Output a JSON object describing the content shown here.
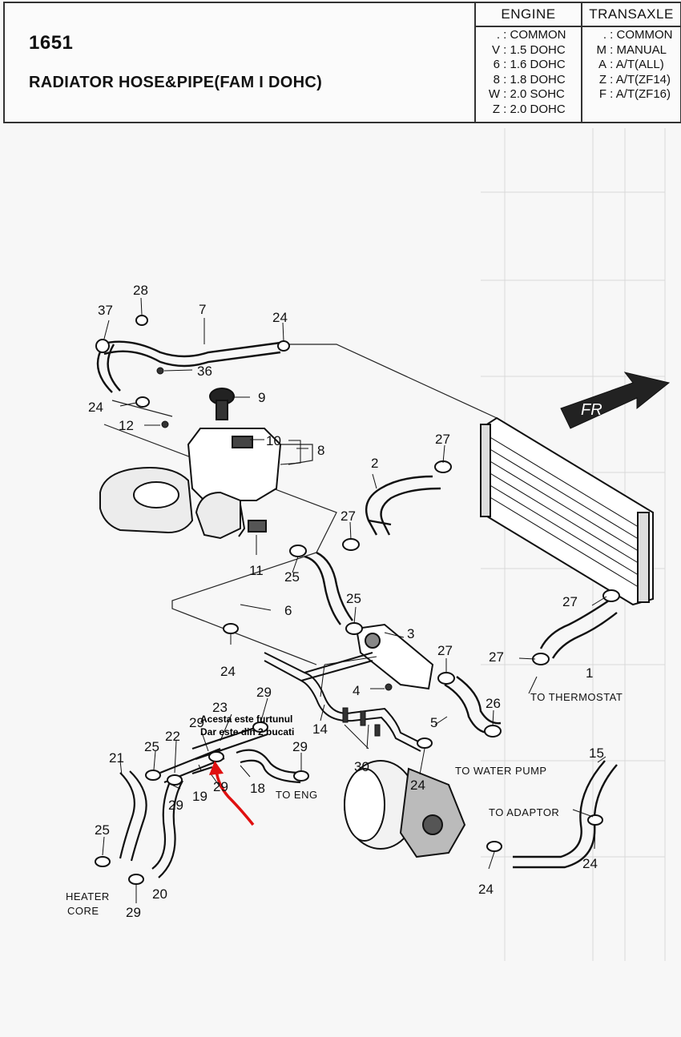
{
  "header": {
    "part_code": "1651",
    "title": "RADIATOR HOSE&PIPE(FAM I DOHC)",
    "engine": {
      "heading": "ENGINE",
      "items": [
        {
          "key": ".",
          "label": "COMMON"
        },
        {
          "key": "V",
          "label": "1.5 DOHC"
        },
        {
          "key": "6",
          "label": "1.6 DOHC"
        },
        {
          "key": "8",
          "label": "1.8 DOHC"
        },
        {
          "key": "W",
          "label": "2.0 SOHC"
        },
        {
          "key": "Z",
          "label": "2.0 DOHC"
        }
      ]
    },
    "transaxle": {
      "heading": "TRANSAXLE",
      "items": [
        {
          "key": ".",
          "label": "COMMON"
        },
        {
          "key": "M",
          "label": "MANUAL"
        },
        {
          "key": "A",
          "label": "A/T(ALL)"
        },
        {
          "key": "Z",
          "label": "A/T(ZF14)"
        },
        {
          "key": "F",
          "label": "A/T(ZF16)"
        }
      ]
    }
  },
  "callouts": [
    {
      "id": "1",
      "text": "1"
    },
    {
      "id": "2",
      "text": "2"
    },
    {
      "id": "3",
      "text": "3"
    },
    {
      "id": "4",
      "text": "4"
    },
    {
      "id": "5",
      "text": "5"
    },
    {
      "id": "6",
      "text": "6"
    },
    {
      "id": "7",
      "text": "7"
    },
    {
      "id": "8",
      "text": "8"
    },
    {
      "id": "9",
      "text": "9"
    },
    {
      "id": "10",
      "text": "10"
    },
    {
      "id": "11",
      "text": "11"
    },
    {
      "id": "12",
      "text": "12"
    },
    {
      "id": "14",
      "text": "14"
    },
    {
      "id": "15",
      "text": "15"
    },
    {
      "id": "18",
      "text": "18"
    },
    {
      "id": "19",
      "text": "19"
    },
    {
      "id": "20",
      "text": "20"
    },
    {
      "id": "21",
      "text": "21"
    },
    {
      "id": "22",
      "text": "22"
    },
    {
      "id": "23",
      "text": "23"
    },
    {
      "id": "24",
      "text": "24"
    },
    {
      "id": "25",
      "text": "25"
    },
    {
      "id": "26",
      "text": "26"
    },
    {
      "id": "27",
      "text": "27"
    },
    {
      "id": "28",
      "text": "28"
    },
    {
      "id": "29",
      "text": "29"
    },
    {
      "id": "30",
      "text": "30"
    },
    {
      "id": "36",
      "text": "36"
    },
    {
      "id": "37",
      "text": "37"
    }
  ],
  "destinations": {
    "to_thermostat": "TO THERMOSTAT",
    "to_water_pump": "TO WATER PUMP",
    "to_adaptor": "TO ADAPTOR",
    "to_eng": "TO ENG",
    "heater": "HEATER",
    "core": "CORE",
    "fr": "FR"
  },
  "annotation": {
    "line1": "Acesta este furtunul",
    "line2": "Dar este din 2 bucati",
    "arrow_color": "#e01010"
  }
}
